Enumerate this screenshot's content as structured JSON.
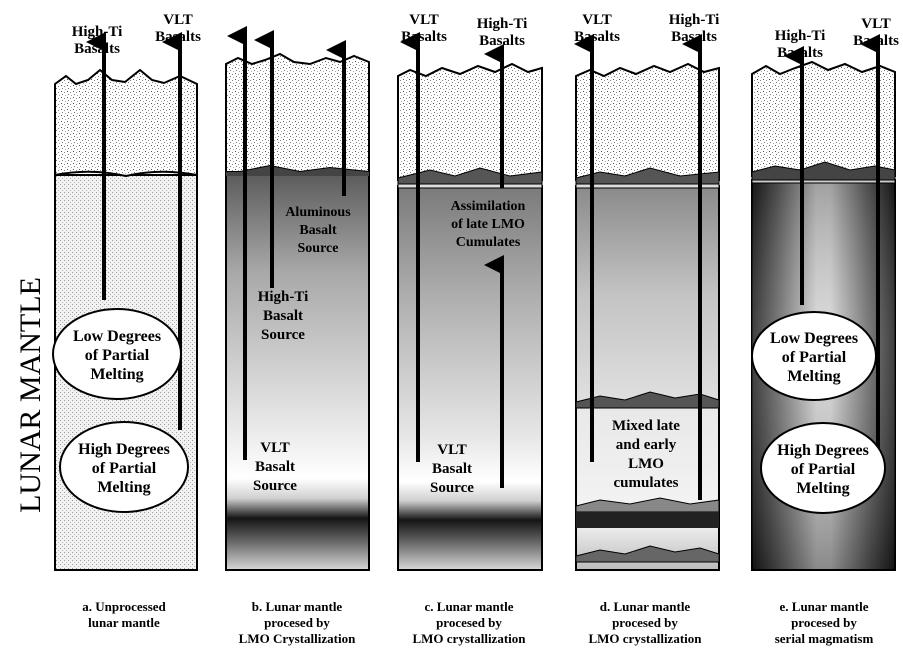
{
  "side_title": "LUNAR MANTLE",
  "panels": [
    {
      "id": "a",
      "top_labels": [
        [
          "High-Ti",
          "Basalts"
        ],
        [
          "VLT",
          "Basalts"
        ]
      ],
      "inner_labels": [],
      "ovals": [
        [
          "Low Degrees",
          "of Partial",
          "Melting"
        ],
        [
          "High Degrees",
          "of Partial",
          "Melting"
        ]
      ],
      "caption": [
        "a. Unprocessed",
        "lunar mantle"
      ]
    },
    {
      "id": "b",
      "top_labels": [],
      "inner_labels": [
        [
          "Aluminous",
          "Basalt",
          "Source"
        ],
        [
          "High-Ti",
          "Basalt",
          "Source"
        ],
        [
          "VLT",
          "Basalt",
          "Source"
        ]
      ],
      "ovals": [],
      "caption": [
        "b. Lunar mantle",
        "procesed by",
        "LMO Crystallization"
      ]
    },
    {
      "id": "c",
      "top_labels": [
        [
          "VLT",
          "Basalts"
        ],
        [
          "High-Ti",
          "Basalts"
        ]
      ],
      "inner_labels": [
        [
          "Assimilation",
          "of late LMO",
          "Cumulates"
        ],
        [
          "VLT",
          "Basalt",
          "Source"
        ]
      ],
      "ovals": [],
      "caption": [
        "c. Lunar mantle",
        "procesed by",
        "LMO crystallization"
      ]
    },
    {
      "id": "d",
      "top_labels": [
        [
          "VLT",
          "Basalts"
        ],
        [
          "High-Ti",
          "Basalts"
        ]
      ],
      "inner_labels": [
        [
          "Mixed late",
          "and early",
          "LMO",
          "cumulates"
        ]
      ],
      "ovals": [],
      "caption": [
        "d. Lunar mantle",
        "procesed by",
        "LMO crystallization"
      ]
    },
    {
      "id": "e",
      "top_labels": [
        [
          "High-Ti",
          "Basalts"
        ],
        [
          "VLT",
          "Basalts"
        ]
      ],
      "inner_labels": [],
      "ovals": [
        [
          "Low Degrees",
          "of Partial",
          "Melting"
        ],
        [
          "High Degrees",
          "of Partial",
          "Melting"
        ]
      ],
      "caption": [
        "e. Lunar mantle",
        "procesed by",
        "serial magmatism"
      ]
    }
  ]
}
